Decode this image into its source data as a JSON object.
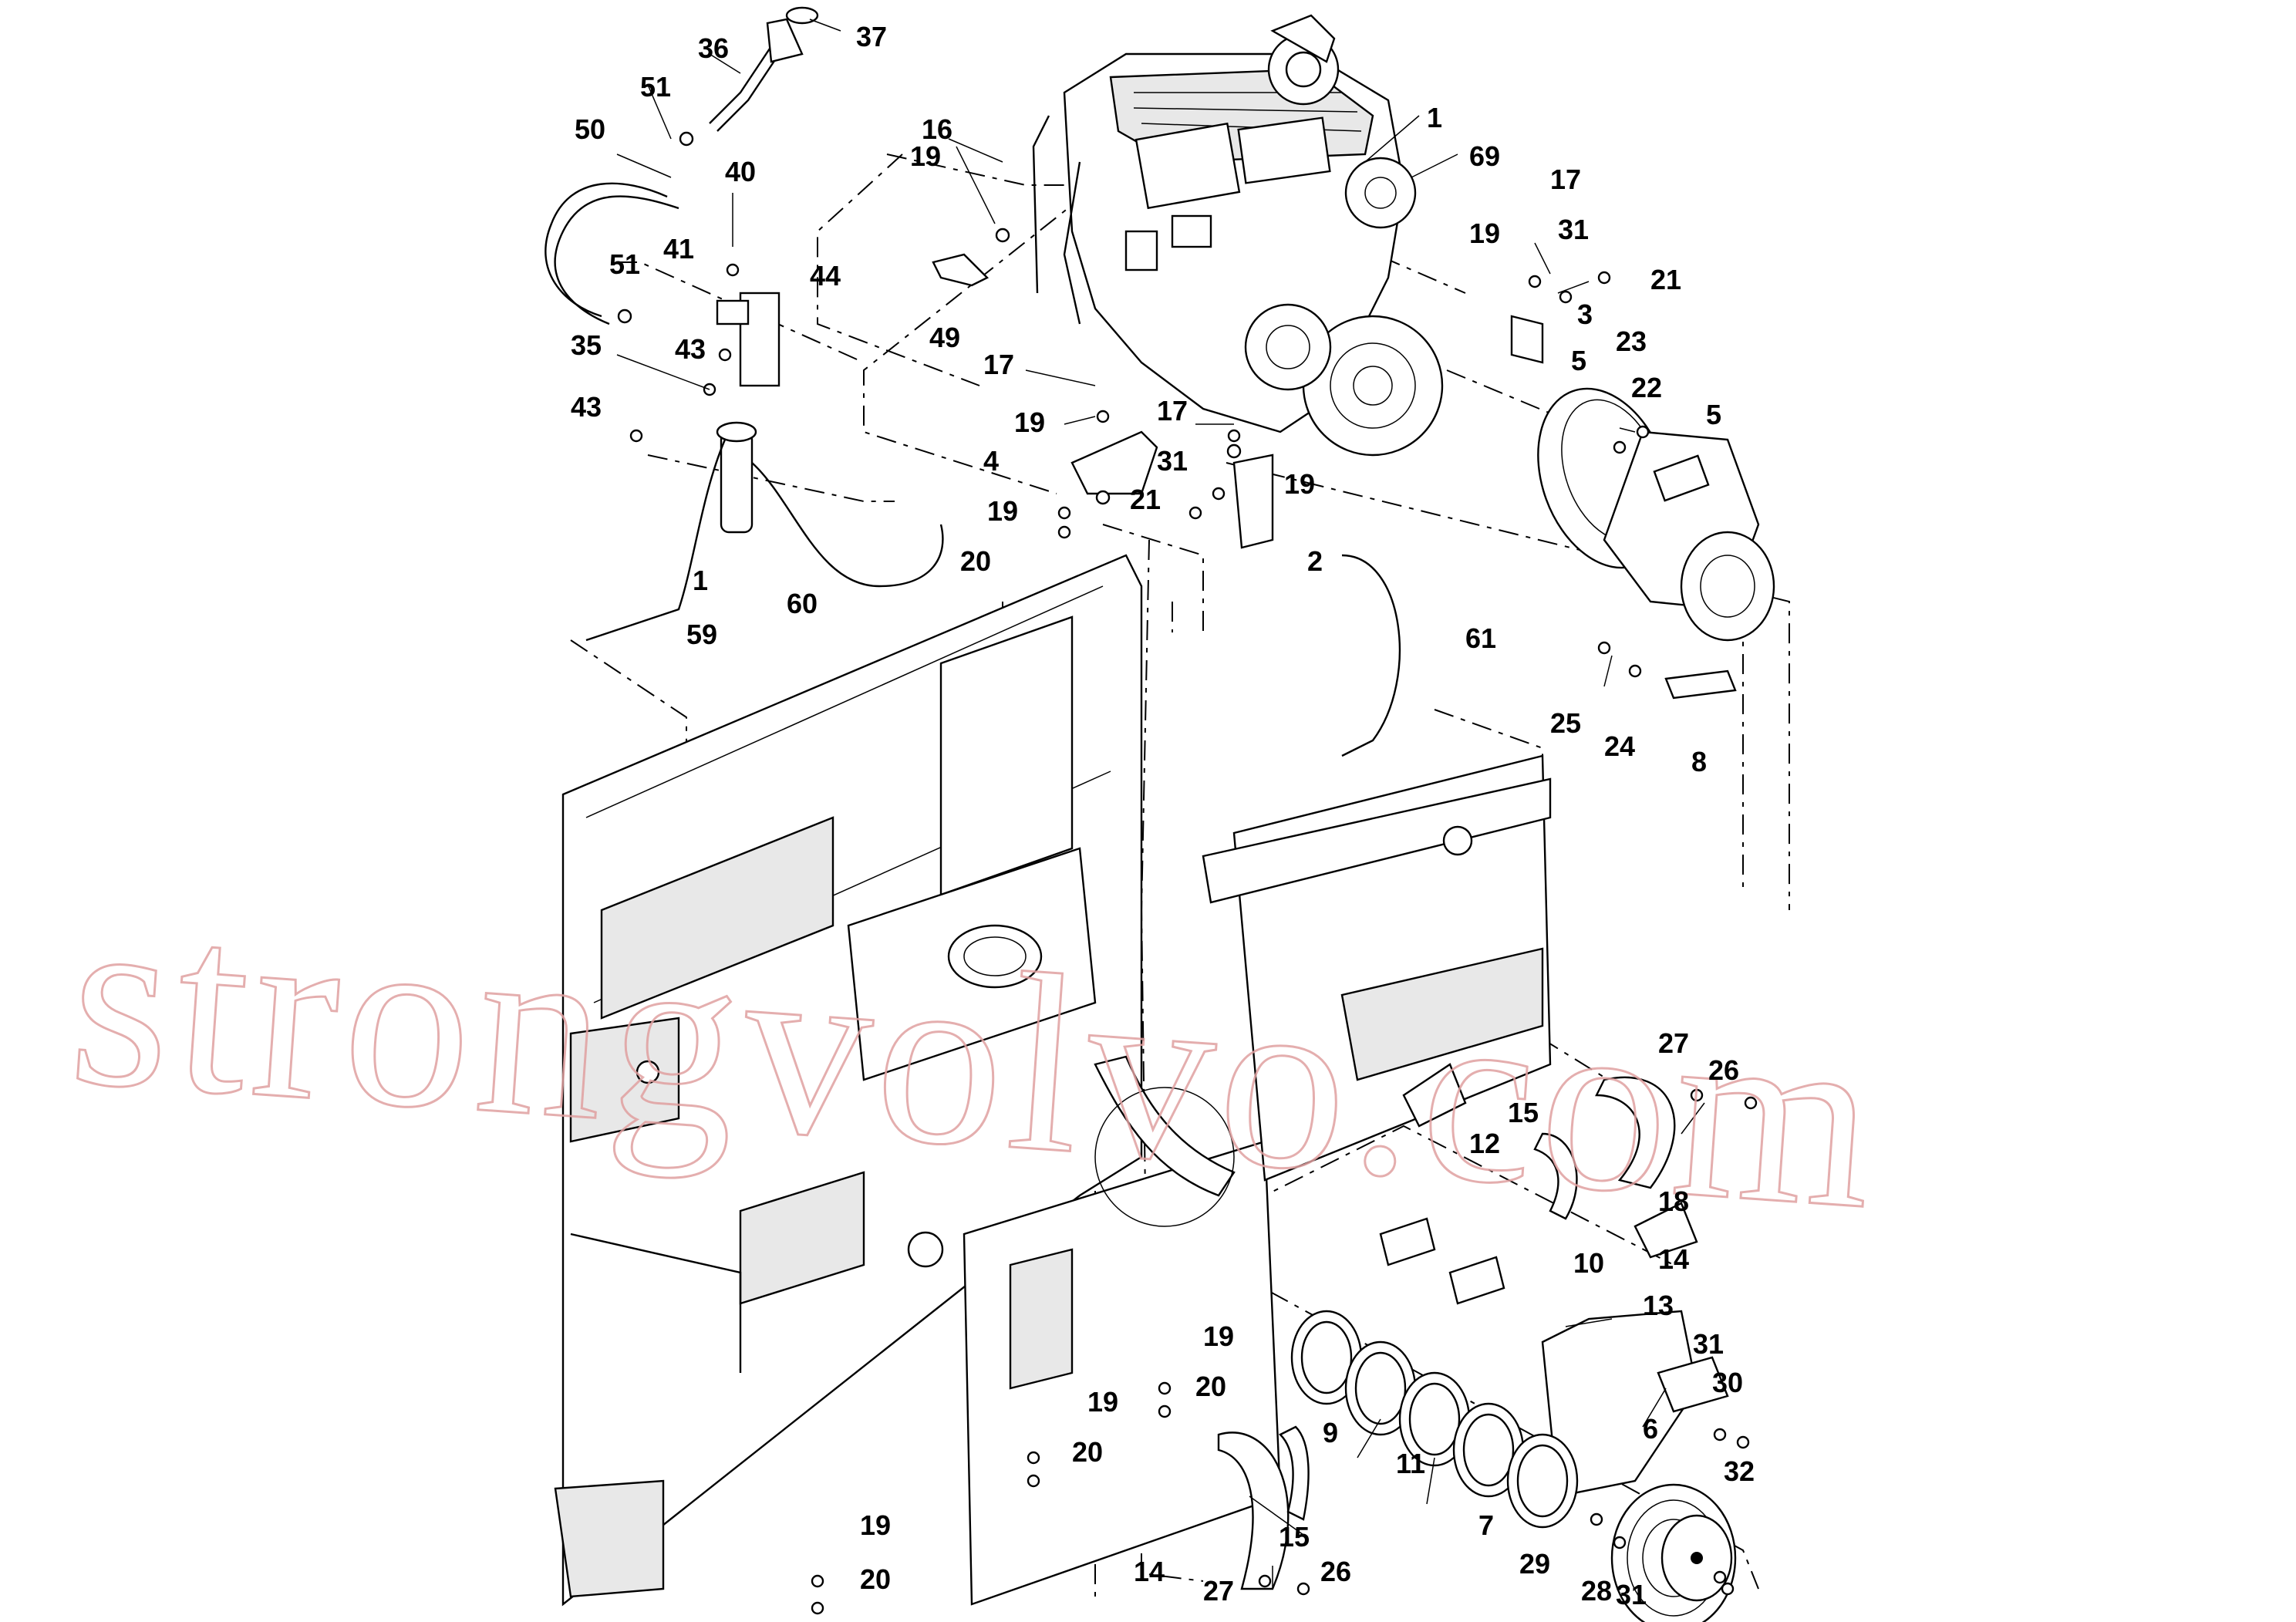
{
  "watermark": "strongvolvo.com",
  "callouts": [
    {
      "id": "c1a",
      "text": "1"
    },
    {
      "id": "c69",
      "text": "69"
    },
    {
      "id": "c37",
      "text": "37"
    },
    {
      "id": "c36",
      "text": "36"
    },
    {
      "id": "c51a",
      "text": "51"
    },
    {
      "id": "c50",
      "text": "50"
    },
    {
      "id": "c40",
      "text": "40"
    },
    {
      "id": "c41",
      "text": "41"
    },
    {
      "id": "c51b",
      "text": "51"
    },
    {
      "id": "c44",
      "text": "44"
    },
    {
      "id": "c43a",
      "text": "43"
    },
    {
      "id": "c35",
      "text": "35"
    },
    {
      "id": "c43b",
      "text": "43"
    },
    {
      "id": "c16",
      "text": "16"
    },
    {
      "id": "c19a",
      "text": "19"
    },
    {
      "id": "c49",
      "text": "49"
    },
    {
      "id": "c17a",
      "text": "17"
    },
    {
      "id": "c19b",
      "text": "19"
    },
    {
      "id": "c4",
      "text": "4"
    },
    {
      "id": "c19c",
      "text": "19"
    },
    {
      "id": "c20a",
      "text": "20"
    },
    {
      "id": "c17b",
      "text": "17"
    },
    {
      "id": "c31a",
      "text": "31"
    },
    {
      "id": "c19d",
      "text": "19"
    },
    {
      "id": "c21a",
      "text": "21"
    },
    {
      "id": "c2",
      "text": "2"
    },
    {
      "id": "c1b",
      "text": "1"
    },
    {
      "id": "c59",
      "text": "59"
    },
    {
      "id": "c60",
      "text": "60"
    },
    {
      "id": "c17c",
      "text": "17"
    },
    {
      "id": "c19e",
      "text": "19"
    },
    {
      "id": "c31b",
      "text": "31"
    },
    {
      "id": "c21b",
      "text": "21"
    },
    {
      "id": "c3",
      "text": "3"
    },
    {
      "id": "c23",
      "text": "23"
    },
    {
      "id": "c5a",
      "text": "5"
    },
    {
      "id": "c22",
      "text": "22"
    },
    {
      "id": "c5b",
      "text": "5"
    },
    {
      "id": "c61",
      "text": "61"
    },
    {
      "id": "c25",
      "text": "25"
    },
    {
      "id": "c24",
      "text": "24"
    },
    {
      "id": "c8",
      "text": "8"
    },
    {
      "id": "c27a",
      "text": "27"
    },
    {
      "id": "c26a",
      "text": "26"
    },
    {
      "id": "c15a",
      "text": "15"
    },
    {
      "id": "c18",
      "text": "18"
    },
    {
      "id": "c12",
      "text": "12"
    },
    {
      "id": "c14a",
      "text": "14"
    },
    {
      "id": "c10",
      "text": "10"
    },
    {
      "id": "c13",
      "text": "13"
    },
    {
      "id": "c31c",
      "text": "31"
    },
    {
      "id": "c30",
      "text": "30"
    },
    {
      "id": "c19f",
      "text": "19"
    },
    {
      "id": "c20b",
      "text": "20"
    },
    {
      "id": "c19g",
      "text": "19"
    },
    {
      "id": "c20c",
      "text": "20"
    },
    {
      "id": "c9",
      "text": "9"
    },
    {
      "id": "c6",
      "text": "6"
    },
    {
      "id": "c11",
      "text": "11"
    },
    {
      "id": "c32",
      "text": "32"
    },
    {
      "id": "c7",
      "text": "7"
    },
    {
      "id": "c15b",
      "text": "15"
    },
    {
      "id": "c29",
      "text": "29"
    },
    {
      "id": "c28",
      "text": "28"
    },
    {
      "id": "c31d",
      "text": "31"
    },
    {
      "id": "c19h",
      "text": "19"
    },
    {
      "id": "c20d",
      "text": "20"
    },
    {
      "id": "c14b",
      "text": "14"
    },
    {
      "id": "c27b",
      "text": "27"
    },
    {
      "id": "c26b",
      "text": "26"
    }
  ]
}
